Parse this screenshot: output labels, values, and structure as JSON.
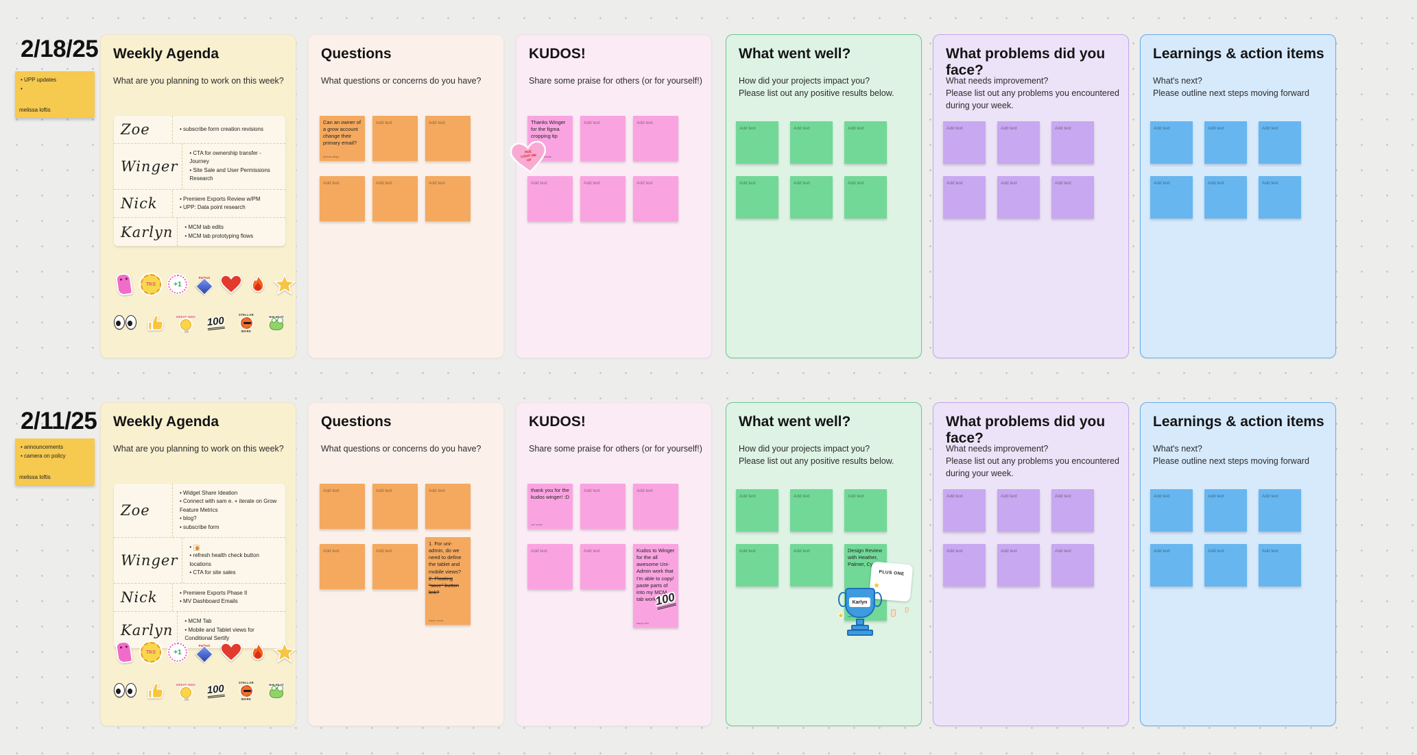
{
  "strings": {
    "add_text": "Add text"
  },
  "columns": {
    "agenda": {
      "title": "Weekly Agenda",
      "prompt": "What are you planning to work on this week?"
    },
    "questions": {
      "title": "Questions",
      "prompt": "What questions or concerns do you have?"
    },
    "kudos": {
      "title": "KUDOS!",
      "prompt": "Share some praise for others (or for yourself!)"
    },
    "went_well": {
      "title": "What went well?",
      "prompt": "How did your projects impact you?\nPlease list out any positive results below."
    },
    "problems": {
      "title": "What problems did you face?",
      "prompt": "What needs improvement?\nPlease list out any problems you encountered during your week."
    },
    "learnings": {
      "title": "Learnings & action items",
      "prompt": "What's next?\nPlease outline next steps moving forward"
    }
  },
  "stickers": {
    "tks": "TKS",
    "plus_one": "+1",
    "perfect": "Perfect!",
    "great_idea": "GREAT IDEA",
    "hundred": "100",
    "stellar_top": "STELLAR",
    "stellar_bottom": "WORK",
    "nailed": "NAILED IT!",
    "heart_candy": "HUE\nLIGHT ME\nUP",
    "plus_one_mushroom": "PLUS ONE",
    "trophy_name": "Karlyn",
    "hundred_badge": "100"
  },
  "boards": [
    {
      "date": "2/18/25",
      "side_note": {
        "text": "•  UPP updates\n•",
        "author": "melissa loftis"
      },
      "agenda_rows": [
        {
          "name": "Zoe",
          "tasks": "•  subscribe form creation revisions"
        },
        {
          "name": "Winger",
          "tasks": "•  CTA for ownership transfer - Journey\n•  Site Sale and User Permissions Research"
        },
        {
          "name": "Nick",
          "tasks": "•  Premiere Exports Review w/PM\n•  UPP: Data point research"
        },
        {
          "name": "Karlyn",
          "tasks": "•  MCM tab edits\n•  MCM tab prototyping flows"
        }
      ],
      "question_note": {
        "text": "Can an owner of a grow account change their primary email?",
        "author": "serena diego"
      },
      "kudos_note": {
        "text": "Thanks Winger for the figma cropping tip",
        "author": "jennifer holloway"
      }
    },
    {
      "date": "2/11/25",
      "side_note": {
        "text": "•  announcements\n•  camera on policy",
        "author": "melissa loftis"
      },
      "agenda_rows": [
        {
          "name": "Zoe",
          "tasks": "•  Widget Share Ideation\n•  Connect with sam e. + iterate on Grow Feature Metrics\n•  blog?\n•  subscribe form"
        },
        {
          "name": "Winger",
          "emote_bullet": "•",
          "tasks": "•  refresh health check button locations\n•  CTA for site sales"
        },
        {
          "name": "Nick",
          "tasks": "•  Premiere Exports Phase II\n•  MV Dashboard Emails"
        },
        {
          "name": "Karlyn",
          "tasks": "•  MCM Tab\n•  Mobile and Tablet views for Conditional Sertify"
        }
      ],
      "question_note": {
        "item1": "1. For uni-admin, do we need to define the tablet and mobile views?",
        "item2": "2. Floating \"save\" button link?",
        "author": "karlyn cross"
      },
      "kudos_note": {
        "text": "thank you for the kudos winger! :D",
        "author": "zoe snow"
      },
      "kudos_note2": {
        "text": "Kudos to Winger for the all awesome Uni-Admin work that I'm able to copy/ paste parts of into my MCM tab work",
        "sparkle": "✦",
        "author": "karlyn brix"
      },
      "went_well_note": {
        "text": "Design Review with Heather, Palmer, Cyd",
        "author": "karlyn solis"
      }
    }
  ]
}
